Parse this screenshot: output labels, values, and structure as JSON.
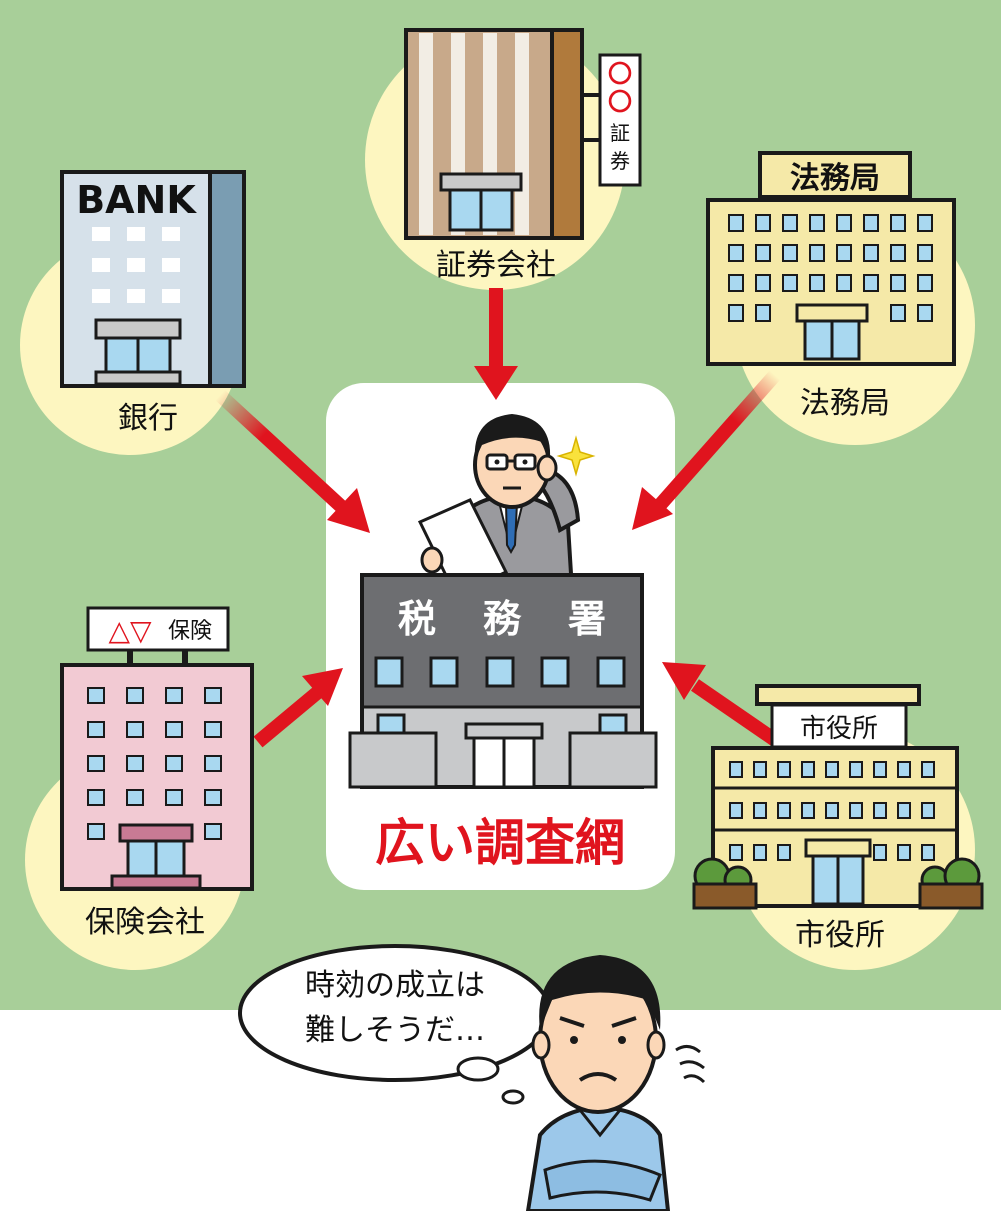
{
  "center": {
    "building_sign": [
      "税",
      "務",
      "署"
    ],
    "caption": "広い調査網"
  },
  "institutions": {
    "bank": {
      "sign": "BANK",
      "label": "銀行"
    },
    "securities": {
      "sign_chars": [
        "〇",
        "〇",
        "証",
        "券"
      ],
      "label": "証券会社"
    },
    "legal_affairs": {
      "sign": "法務局",
      "label": "法務局"
    },
    "insurance": {
      "sign_mark": "△▽",
      "sign": "保険",
      "label": "保険会社"
    },
    "city_hall": {
      "sign": "市役所",
      "label": "市役所"
    }
  },
  "thought_bubble": {
    "line1": "時効の成立は",
    "line2": "難しそうだ…"
  },
  "colors": {
    "background_green": "#a8cf99",
    "circle_cream": "#fdf6c0",
    "arrow_red": "#e0141e",
    "tax_office_gray": "#6d6e71",
    "window_blue": "#a9d8f0"
  }
}
